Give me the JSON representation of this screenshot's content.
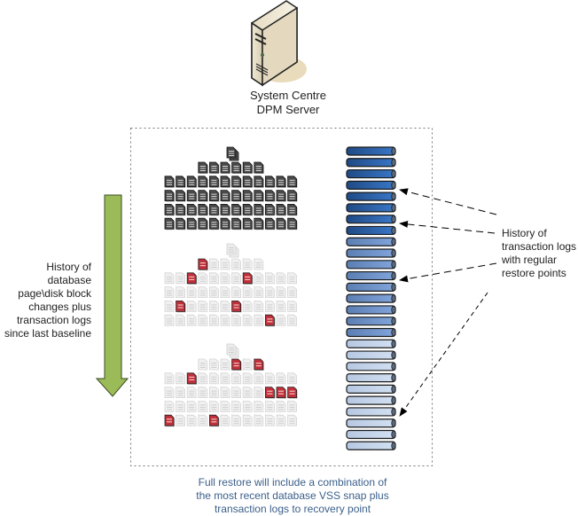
{
  "server": {
    "icon": "server-tower-icon",
    "label_line1": "System Centre",
    "label_line2": "DPM Server"
  },
  "left_annotation": {
    "lines": [
      "History of database",
      "page\\disk block",
      "changes plus",
      "transaction logs",
      "since last baseline"
    ]
  },
  "right_annotation": {
    "lines": [
      "History of",
      "transaction logs",
      "with regular",
      "restore points"
    ]
  },
  "bottom_annotation": {
    "lines": [
      "Full restore will include a combination of",
      "the most recent database VSS snap plus",
      "transaction logs to recovery point"
    ]
  },
  "colors": {
    "green_arrow": "#9bbb59",
    "dark_log": "#2f5f9e",
    "medium_log": "#6a8fc4",
    "light_log": "#c5d5ea",
    "changed_block": "#c0303a",
    "bottom_text": "#3b5f8a"
  },
  "page_groups": [
    {
      "name": "baseline-snapshot",
      "state": "full",
      "rows": [
        {
          "count": 6,
          "changed": []
        },
        {
          "count": 12,
          "changed": []
        },
        {
          "count": 12,
          "changed": []
        },
        {
          "count": 12,
          "changed": []
        },
        {
          "count": 12,
          "changed": []
        }
      ]
    },
    {
      "name": "incremental-1",
      "state": "faded",
      "rows": [
        {
          "count": 6,
          "changed": [
            0
          ]
        },
        {
          "count": 12,
          "changed": [
            2,
            7
          ]
        },
        {
          "count": 12,
          "changed": []
        },
        {
          "count": 12,
          "changed": [
            1,
            6
          ]
        },
        {
          "count": 12,
          "changed": [
            9
          ]
        }
      ]
    },
    {
      "name": "incremental-2",
      "state": "faded",
      "rows": [
        {
          "count": 6,
          "changed": [
            3,
            5
          ]
        },
        {
          "count": 12,
          "changed": [
            2
          ]
        },
        {
          "count": 12,
          "changed": [
            9,
            10,
            11
          ]
        },
        {
          "count": 12,
          "changed": []
        },
        {
          "count": 12,
          "changed": [
            0,
            4
          ]
        }
      ]
    }
  ],
  "transaction_logs": {
    "tiers": [
      {
        "name": "dark",
        "count": 8
      },
      {
        "name": "medium",
        "count": 9
      },
      {
        "name": "light",
        "count": 10
      }
    ],
    "restore_point_indices": [
      4,
      7,
      12,
      24
    ]
  }
}
